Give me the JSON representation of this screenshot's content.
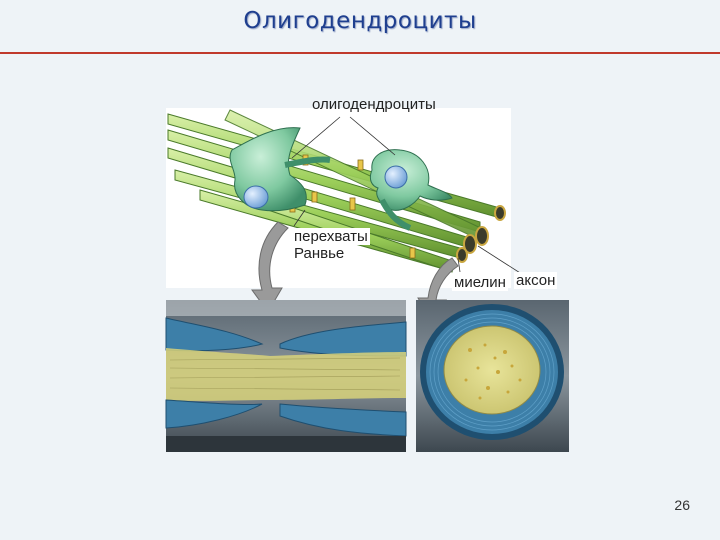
{
  "slide": {
    "title": "Олигодендроциты",
    "page_number": "26"
  },
  "diagram": {
    "label_oligodendrocytes": "олигодендроциты",
    "label_nodes_line1": "перехваты",
    "label_nodes_line2": "Ранвье",
    "label_myelin": "миелин",
    "label_axon": "аксон"
  },
  "colors": {
    "title": "#1f3f8f",
    "rule": "#c0392b",
    "fiber": "#9ccf5a",
    "oligodendrocyte": "#7fc9a0",
    "myelin_micrograph": "#3d7fa8",
    "axon_micrograph": "#d8d27a"
  }
}
